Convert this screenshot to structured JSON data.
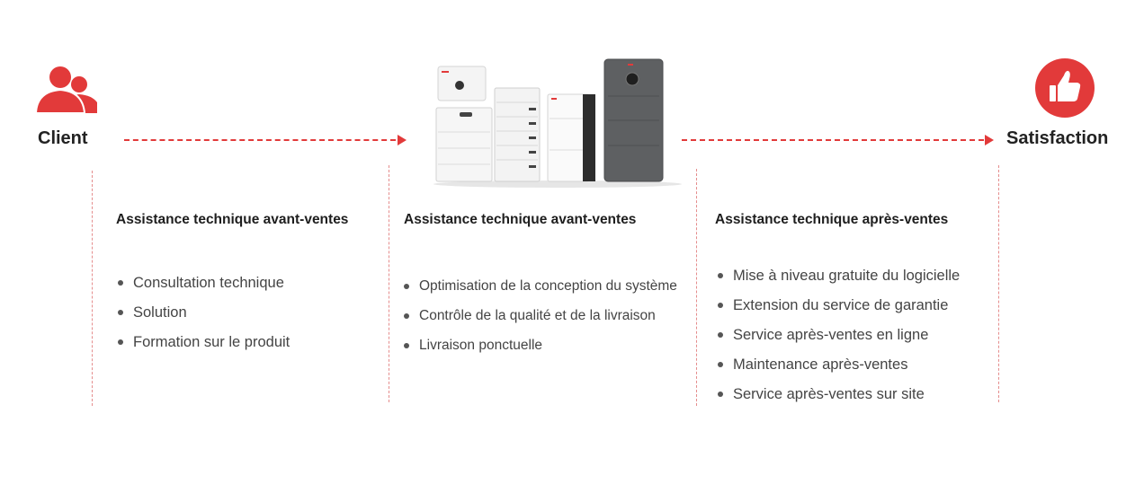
{
  "colors": {
    "accent": "#e23a3a",
    "text": "#1e1e1e",
    "bullet": "#555555"
  },
  "start": {
    "label": "Client",
    "icon": "users-icon"
  },
  "end": {
    "label": "Satisfaction",
    "icon": "thumbs-up-icon"
  },
  "product_image": {
    "icon": "battery-products-image"
  },
  "columns": [
    {
      "title": "Assistance technique avant-ventes",
      "items": [
        "Consultation technique",
        "Solution",
        "Formation sur le produit"
      ]
    },
    {
      "title": "Assistance technique avant-ventes",
      "items": [
        "Optimisation de la conception du système",
        "Contrôle de la qualité et de la livraison",
        "Livraison ponctuelle"
      ]
    },
    {
      "title": "Assistance technique après-ventes",
      "items": [
        "Mise à niveau gratuite du logicielle",
        "Extension du service de garantie",
        "Service après-ventes en ligne",
        "Maintenance après-ventes",
        "Service après-ventes sur site"
      ]
    }
  ]
}
